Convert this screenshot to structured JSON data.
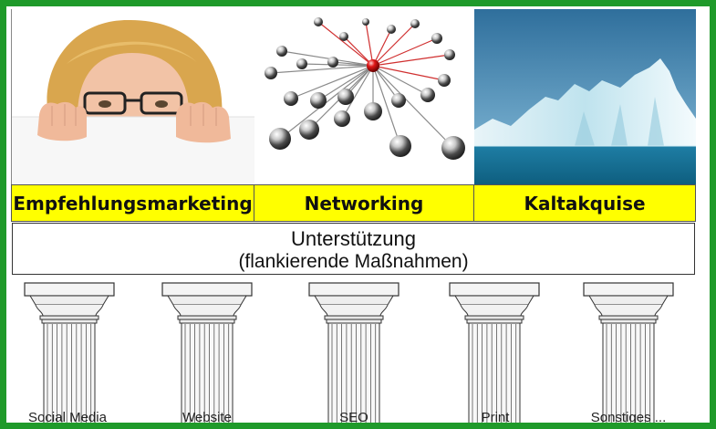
{
  "top_labels": [
    "Empfehlungsmarketing",
    "Networking",
    "Kaltakquise"
  ],
  "support": {
    "title": "Unterstützung",
    "subtitle": "(flankierende Maßnahmen)"
  },
  "pillars": [
    "Social Media",
    "Website",
    "SEO",
    "Print",
    "Sonstiges ..."
  ],
  "colors": {
    "frame": "#1f9a2a",
    "label_bar": "#ffff00"
  },
  "images": [
    "woman-peeking-photo",
    "network-spheres-graphic",
    "iceberg-photo"
  ]
}
